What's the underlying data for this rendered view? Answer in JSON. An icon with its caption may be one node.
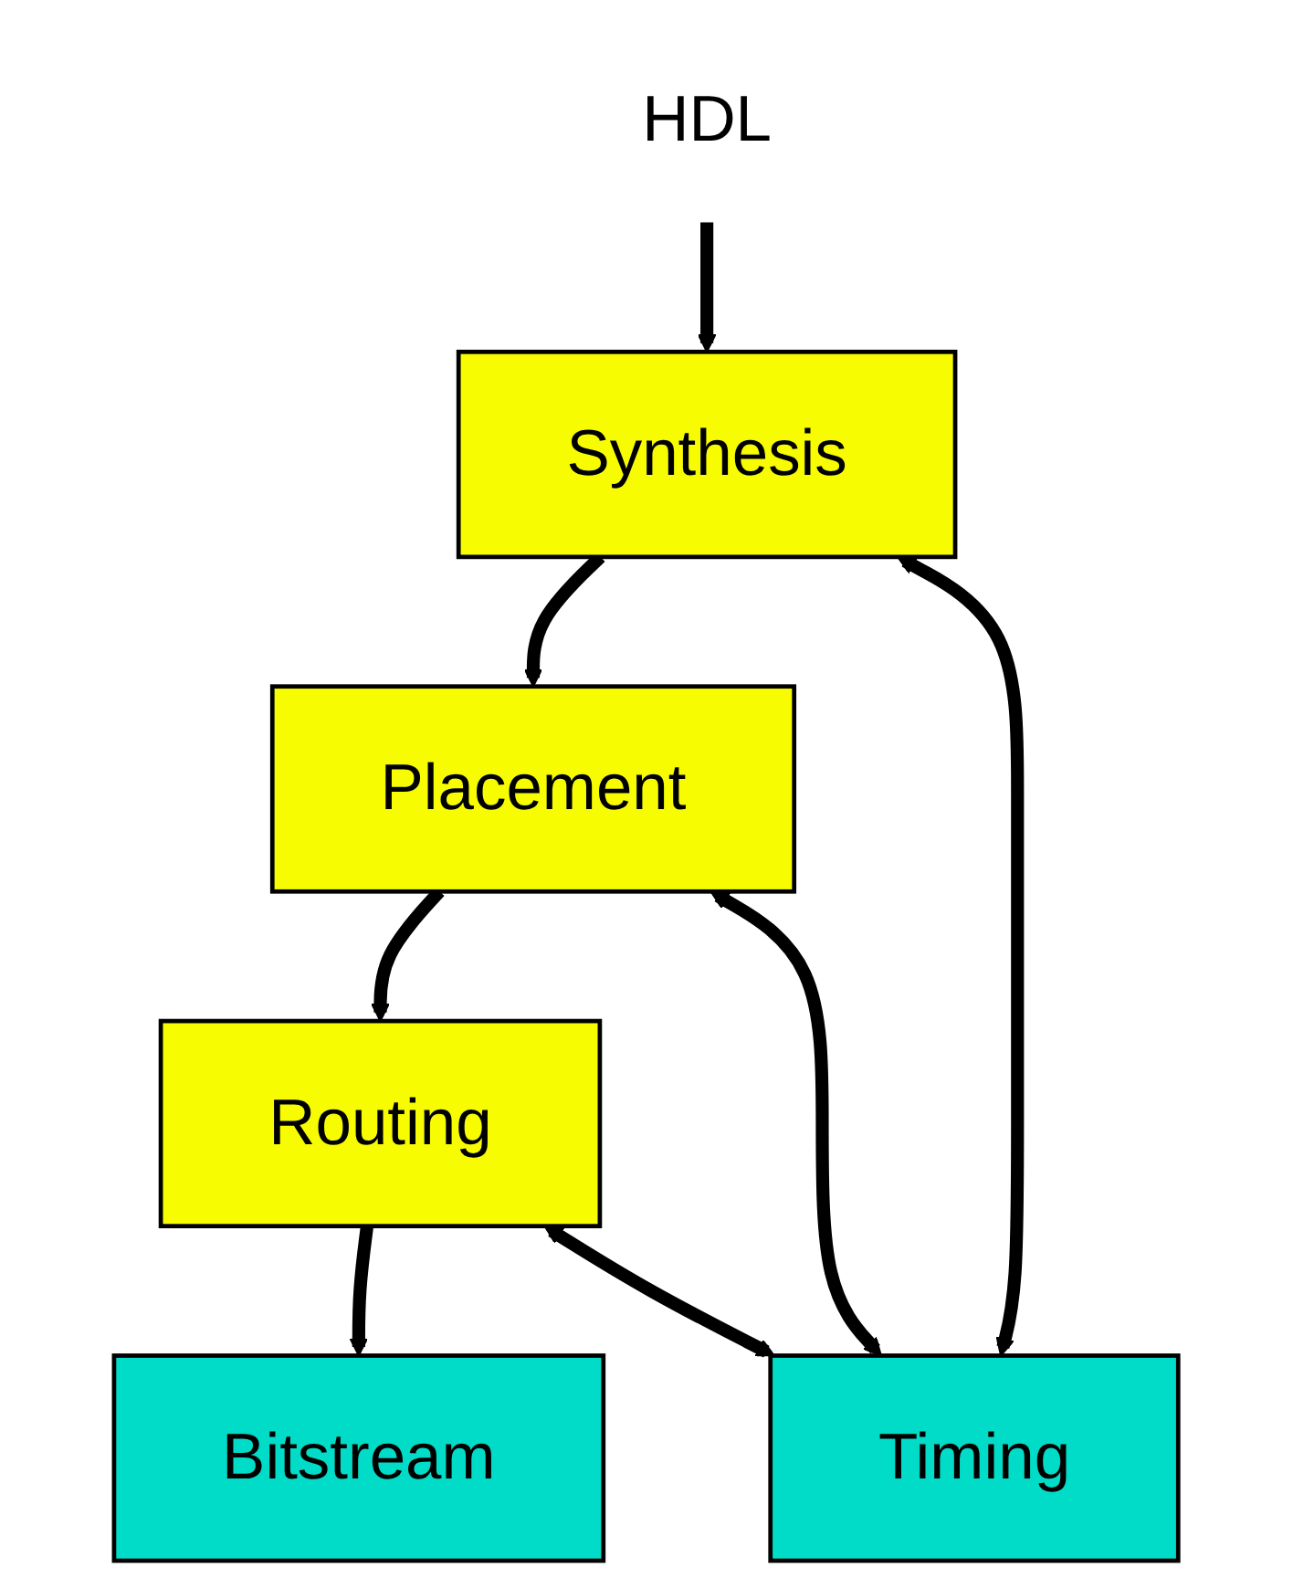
{
  "diagram": {
    "nodes": [
      {
        "text": [
          "HDL"
        ]
      },
      {
        "text": [
          "Synthesis"
        ]
      },
      {
        "text": [
          "Placement"
        ]
      },
      {
        "text": [
          "Routing"
        ]
      },
      {
        "text": [
          "Bitstream"
        ]
      },
      {
        "text": [
          "Timing"
        ]
      }
    ],
    "edges": [
      {
        "from": 0,
        "to": 1,
        "arrow": "to"
      },
      {
        "from": 1,
        "to": 2,
        "arrow": "to"
      },
      {
        "from": 2,
        "to": 3,
        "arrow": "to"
      },
      {
        "from": 3,
        "to": 4,
        "arrow": "to"
      },
      {
        "from": 1,
        "to": 5,
        "arrow": "both"
      },
      {
        "from": 2,
        "to": 5,
        "arrow": "both"
      },
      {
        "from": 3,
        "to": 5,
        "arrow": "both"
      }
    ]
  }
}
